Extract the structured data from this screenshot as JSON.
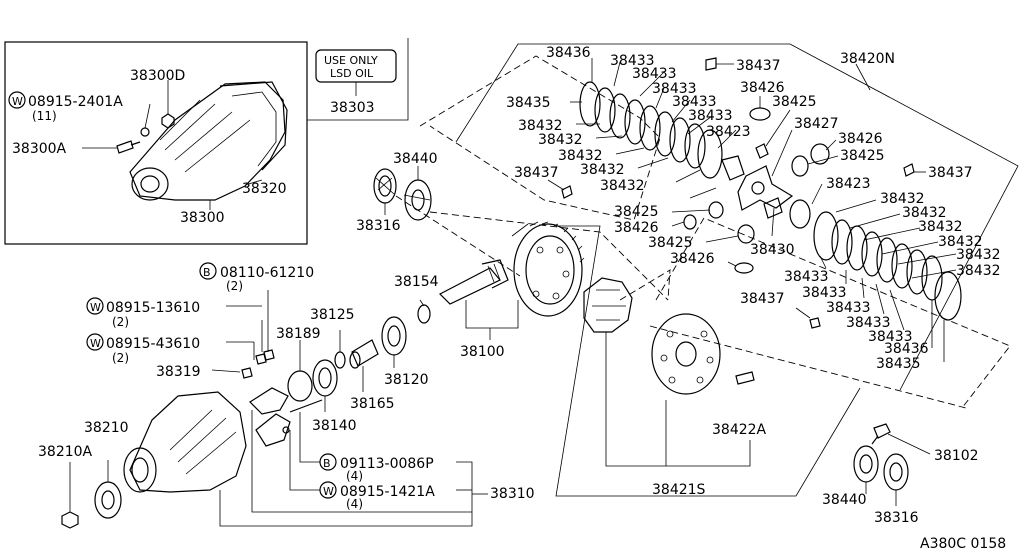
{
  "diagram_code": "A380C 0158",
  "notice": {
    "line1": "USE ONLY",
    "line2": "LSD OIL"
  },
  "labels": {
    "p38300D": "38300D",
    "w08915_2401A": "08915-2401A",
    "w08915_2401A_qty": "(11)",
    "p38300A": "38300A",
    "p38320": "38320",
    "p38300": "38300",
    "p38303": "38303",
    "p38440a": "38440",
    "p38316a": "38316",
    "b08110_61210": "08110-61210",
    "b08110_61210_qty": "(2)",
    "w08915_13610": "08915-13610",
    "w08915_13610_qty": "(2)",
    "w08915_43610": "08915-43610",
    "w08915_43610_qty": "(2)",
    "p38319": "38319",
    "p38189": "38189",
    "p38125": "38125",
    "p38154": "38154",
    "p38100": "38100",
    "p38120": "38120",
    "p38165": "38165",
    "p38140": "38140",
    "p38210": "38210",
    "p38210A": "38210A",
    "b09113_0086P": "09113-0086P",
    "b09113_0086P_qty": "(4)",
    "w08915_1421A": "08915-1421A",
    "w08915_1421A_qty": "(4)",
    "p38310": "38310",
    "p38421S": "38421S",
    "p38422A": "38422A",
    "p38102": "38102",
    "p38440b": "38440",
    "p38316b": "38316",
    "p38420N": "38420N",
    "p38436a": "38436",
    "p38435a": "38435",
    "p38433a": "38433",
    "p38433b": "38433",
    "p38433c": "38433",
    "p38433d": "38433",
    "p38433e": "38433",
    "p38437a": "38437",
    "p38426a": "38426",
    "p38425a": "38425",
    "p38432a": "38432",
    "p38432b": "38432",
    "p38432c": "38432",
    "p38432d": "38432",
    "p38432e": "38432",
    "p38423a": "38423",
    "p38427": "38427",
    "p38426b": "38426",
    "p38425b": "38425",
    "p38437b": "38437",
    "p38437c": "38437",
    "p38425c": "38425",
    "p38426c": "38426",
    "p38425d": "38425",
    "p38426d": "38426",
    "p38423b": "38423",
    "p38430": "38430",
    "p38437d": "38437",
    "p38432f": "38432",
    "p38432g": "38432",
    "p38432h": "38432",
    "p38432i": "38432",
    "p38432j": "38432",
    "p38432k": "38432",
    "p38433f": "38433",
    "p38433g": "38433",
    "p38433h": "38433",
    "p38433i": "38433",
    "p38433j": "38433",
    "p38436b": "38436",
    "p38435b": "38435"
  },
  "prefix": {
    "W": "W",
    "B": "B"
  }
}
